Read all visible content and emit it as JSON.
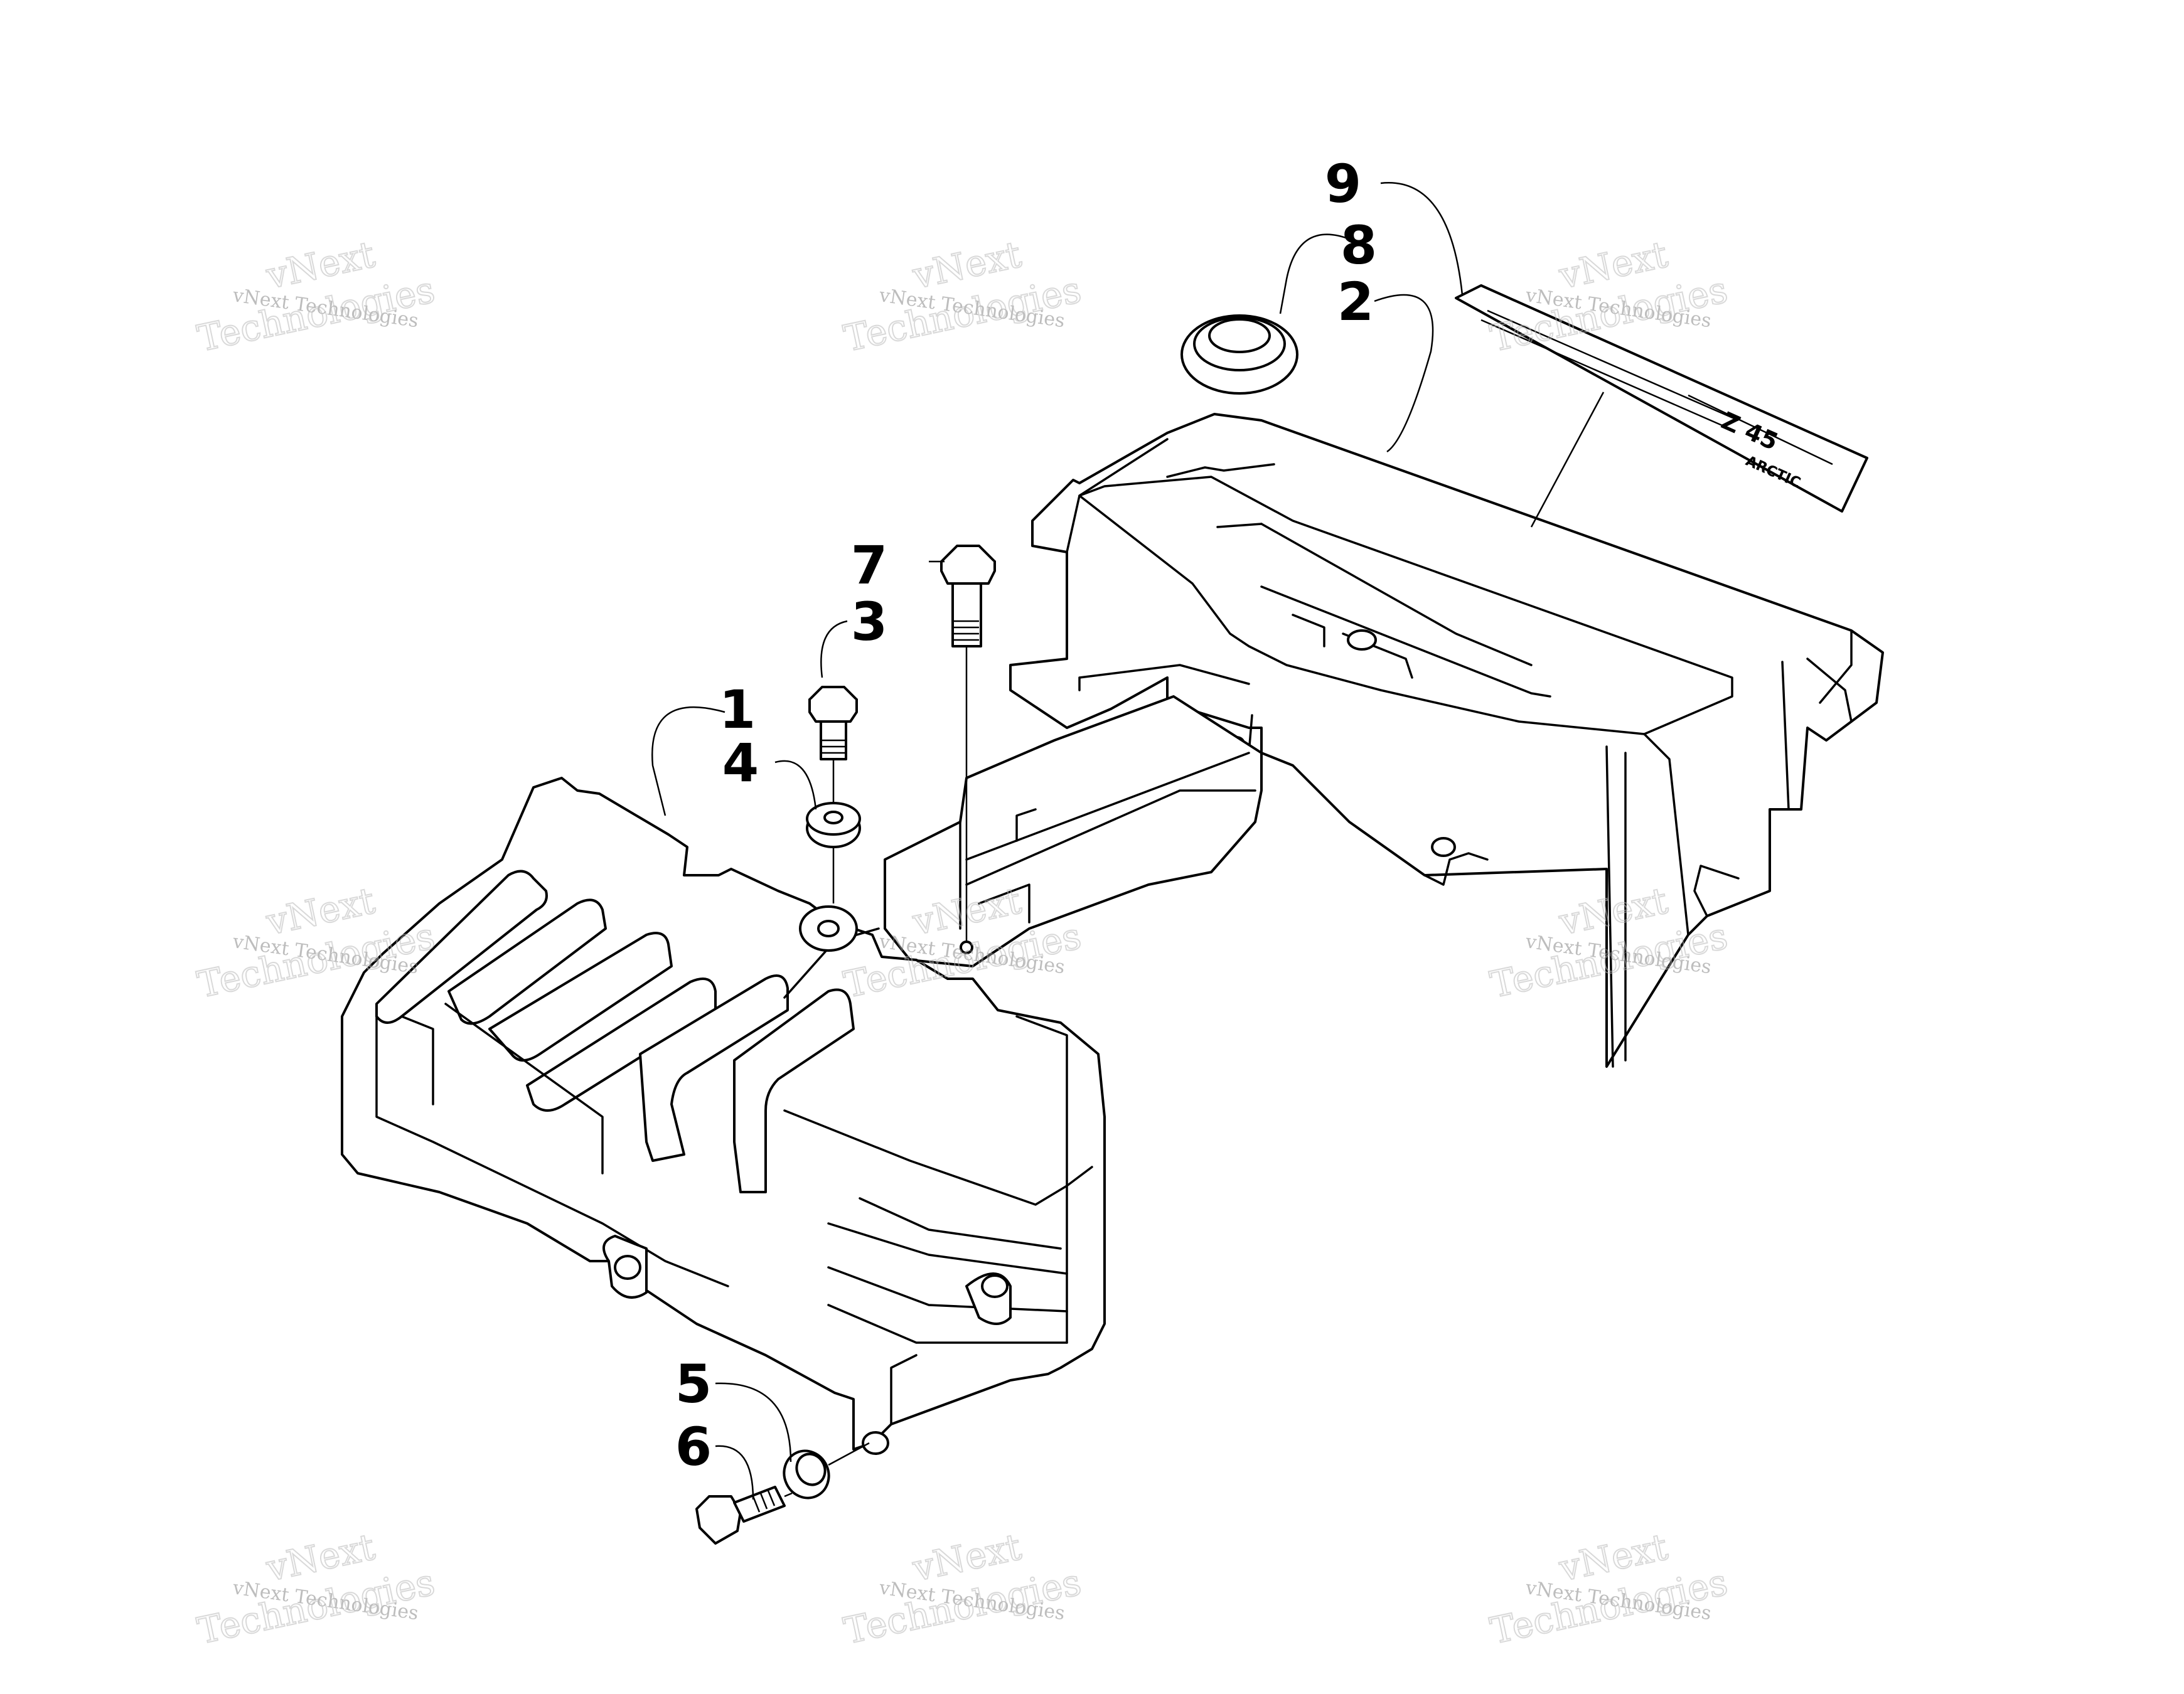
{
  "callouts": {
    "c1": "1",
    "c2": "2",
    "c3": "3",
    "c4": "4",
    "c5": "5",
    "c6": "6",
    "c7": "7",
    "c8": "8",
    "c9": "9"
  },
  "watermark": {
    "line1": "vNext Technologies",
    "stamp_word1": "vNext",
    "stamp_word2": "Technologies"
  },
  "decal": {
    "model": "Z 45",
    "brand": "ARCTIC"
  }
}
